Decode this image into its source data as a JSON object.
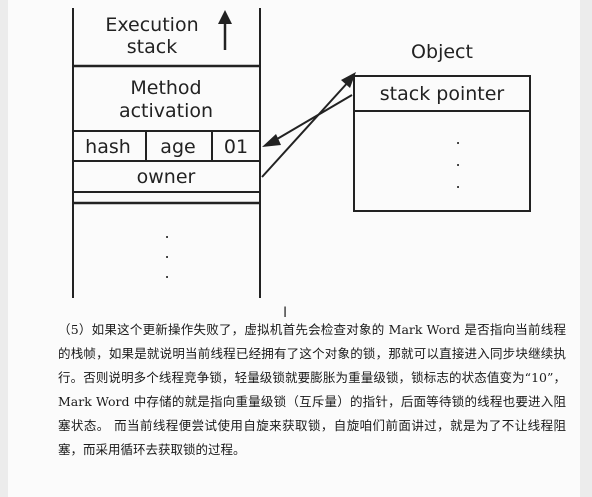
{
  "diagram": {
    "left_stack": {
      "top_label_line1": "Execution",
      "top_label_line2": "stack",
      "method_label_line1": "Method",
      "method_label_line2": "activation",
      "fields": [
        "hash",
        "age",
        "01"
      ],
      "owner_label": "owner",
      "ellipsis": ".",
      "arrow_icon": "up-arrow-icon"
    },
    "object_box": {
      "title": "Object",
      "stack_pointer_label": "stack pointer",
      "ellipsis": "."
    }
  },
  "paragraph": {
    "text": "（5）如果这个更新操作失败了，虚拟机首先会检查对象的 Mark Word 是否指向当前线程的栈帧，如果是就说明当前线程已经拥有了这个对象的锁，那就可以直接进入同步块继续执行。否则说明多个线程竞争锁，轻量级锁就要膨胀为重量级锁，锁标志的状态值变为“10”，Mark Word 中存储的就是指向重量级锁（互斥量）的指针，后面等待锁的线程也要进入阻塞状态。 而当前线程便尝试使用自旋来获取锁，自旋咱们前面讲过，就是为了不让线程阻塞，而采用循环去获取锁的过程。"
  },
  "cursor_glyph": "I"
}
